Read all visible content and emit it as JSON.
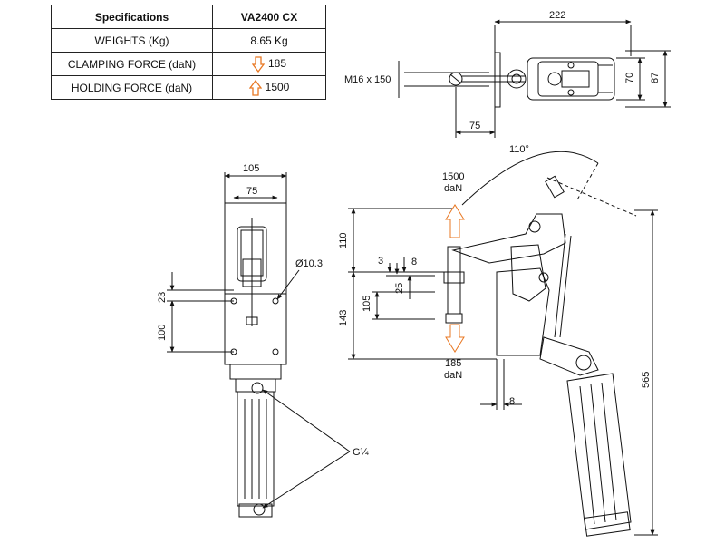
{
  "table": {
    "header": [
      "Specifications",
      "VA2400 CX"
    ],
    "rows": [
      {
        "label": "WEIGHTS (Kg)",
        "value": "8.65 Kg",
        "icon": ""
      },
      {
        "label": "CLAMPING FORCE (daN)",
        "value": "185",
        "icon": "arrow-down-icon"
      },
      {
        "label": "HOLDING FORCE (daN)",
        "value": "1500",
        "icon": "arrow-up-icon"
      }
    ]
  },
  "dims": {
    "top_width": "222",
    "thread": "M16 x 150",
    "top_h70": "70",
    "top_h87": "87",
    "top_75": "75",
    "left_105": "105",
    "left_75": "75",
    "hole": "Ø10.3",
    "left_23": "23",
    "left_100": "100",
    "port": "G¼",
    "angle": "110°",
    "holding": "1500",
    "clamping": "185",
    "unit_top": "daN",
    "unit_bottom": "daN",
    "d110": "110",
    "d143": "143",
    "d105": "105",
    "d3": "3",
    "d8": "8",
    "d25": "25",
    "d565": "565",
    "d8b": "8"
  },
  "colors": {
    "line": "#111111",
    "arrow": "#e87722"
  }
}
